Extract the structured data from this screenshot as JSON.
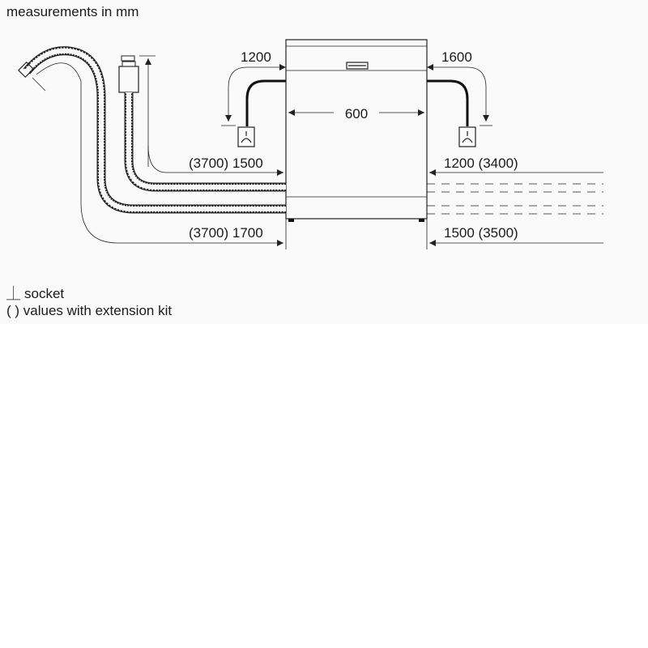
{
  "header": {
    "title": "measurements in mm"
  },
  "dimensions": {
    "left_up": "1200",
    "right_up": "1600",
    "width": "600",
    "left_upper": "(3700) 1500",
    "left_lower": "(3700) 1700",
    "right_upper": "1200 (3400)",
    "right_lower": "1500 (3500)"
  },
  "legend": {
    "socket_symbol": "⏊",
    "socket_label": "socket",
    "extension_label": "( ) values with extension kit"
  },
  "colors": {
    "line": "#222222",
    "panel": "#fafafa",
    "background": "#ffffff"
  }
}
